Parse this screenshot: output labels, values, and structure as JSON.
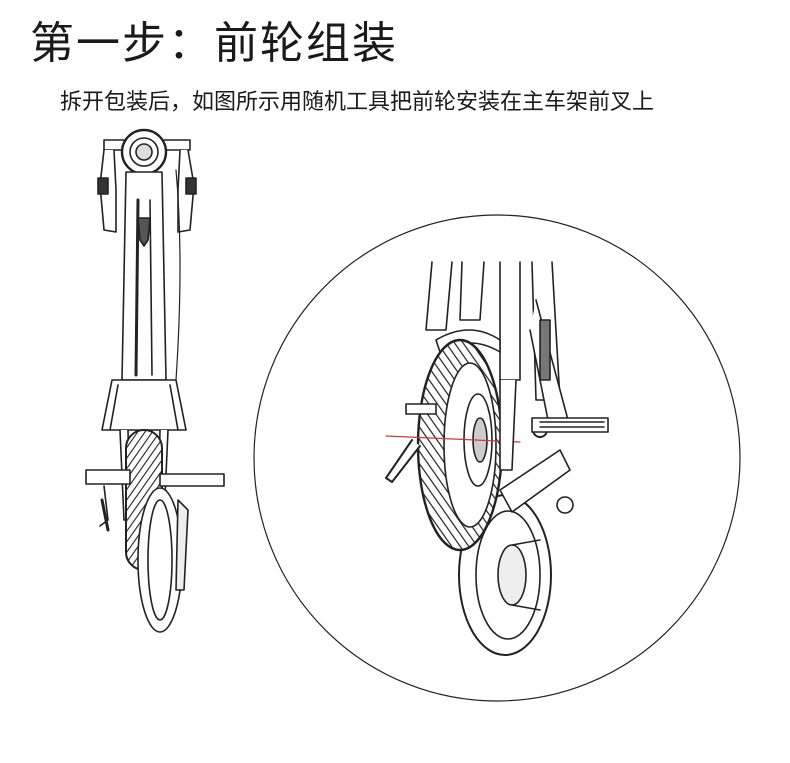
{
  "instruction": {
    "step_title": "第一步：前轮组装",
    "description": "拆开包装后，如图所示用随机工具把前轮安装在主车架前叉上"
  },
  "figures": {
    "left": "front-view-folding-ebike",
    "right": "detail-front-wheel-on-fork"
  }
}
